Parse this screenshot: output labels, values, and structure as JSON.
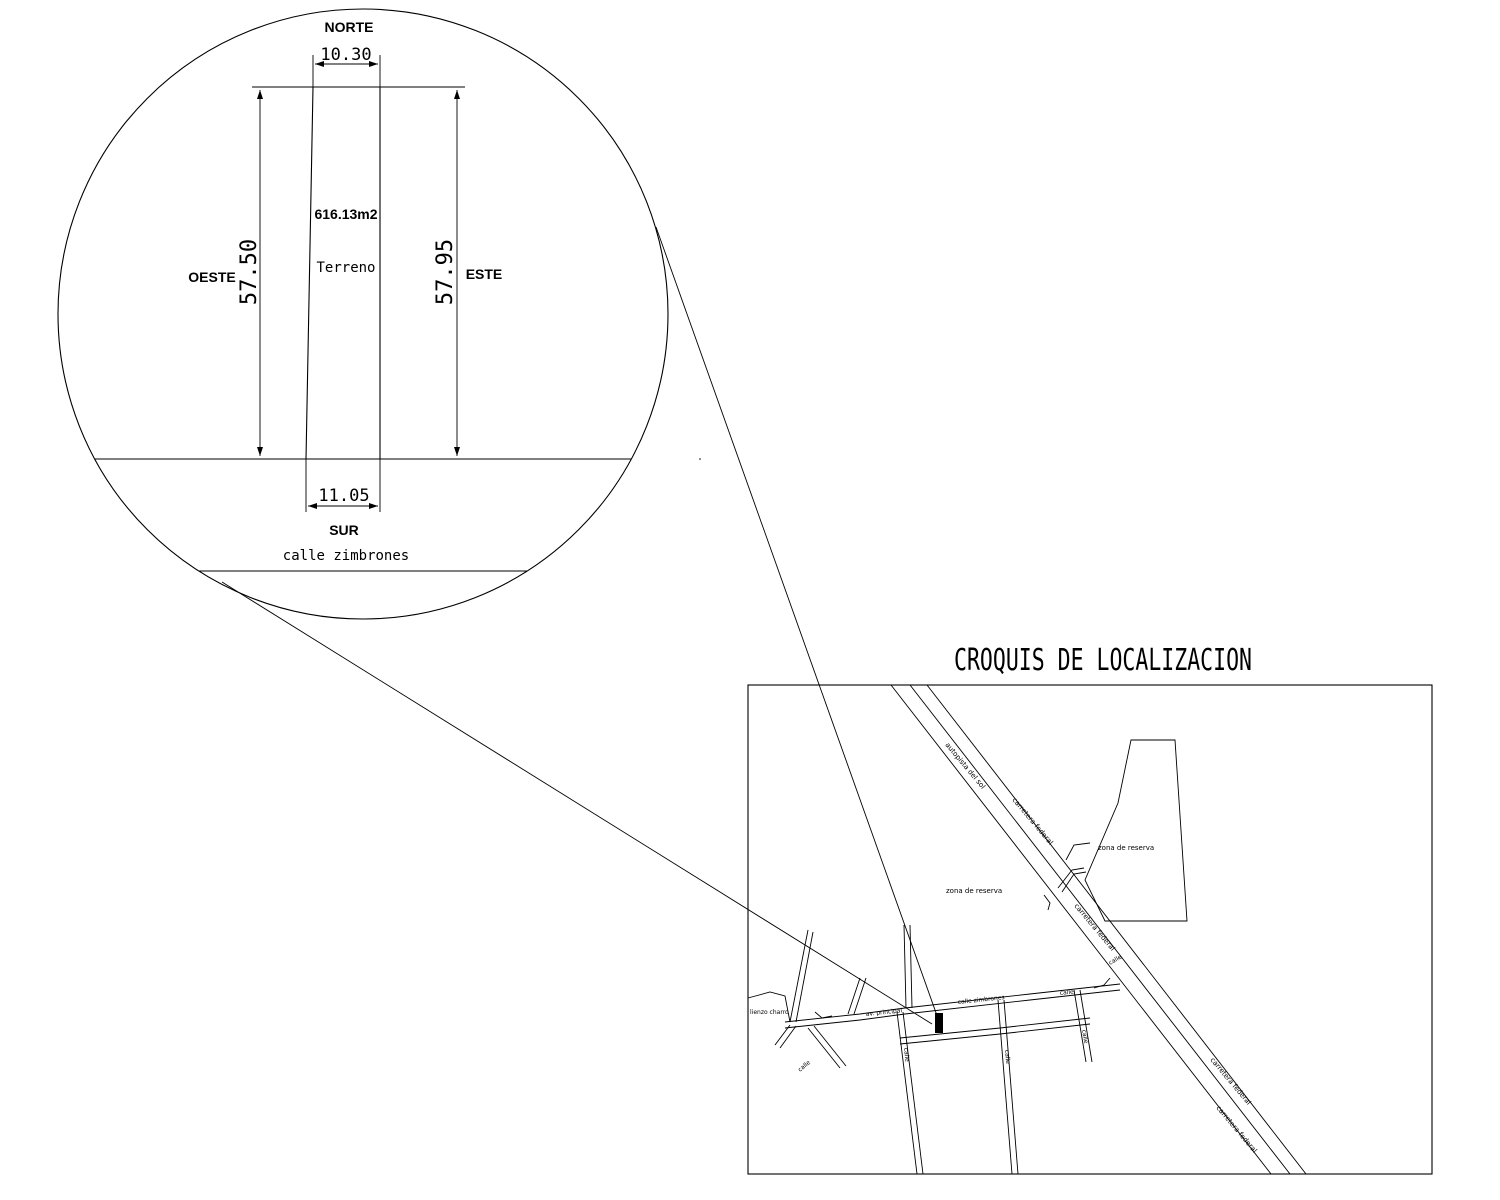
{
  "title": "CROQUIS DE LOCALIZACION",
  "detail": {
    "north_label": "NORTE",
    "south_label": "SUR",
    "east_label": "ESTE",
    "west_label": "OESTE",
    "street_label": "calle zimbrones",
    "area_label": "616.13m2",
    "lot_label": "Terreno",
    "dim_north": "10.30",
    "dim_south": "11.05",
    "dim_west": "57.50",
    "dim_east": "57.95"
  },
  "map": {
    "road_labels": [
      "autopista del sol",
      "carretera federal",
      "carretera federal",
      "carretera federal",
      "carretera federal",
      "zona de reserva",
      "zona de reserva",
      "calle zimbrones",
      "lienzo charro",
      "av. principal",
      "calle",
      "calle",
      "calle",
      "calle",
      "calle",
      "calle"
    ]
  }
}
